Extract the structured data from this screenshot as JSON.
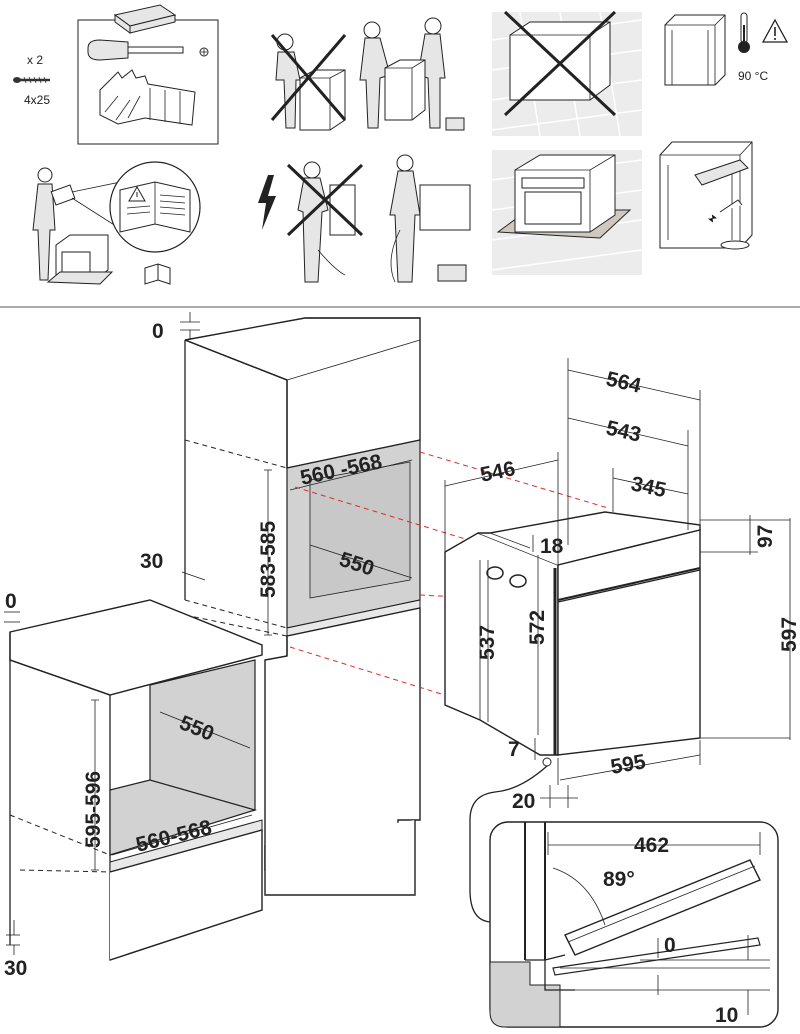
{
  "safety": {
    "screw_quantity": "x 2",
    "screw_size": "4x25",
    "temperature": "90 °C"
  },
  "dimensions": {
    "top_column": {
      "top_gap": "0",
      "niche_width": "560 -568",
      "niche_height": "583-585",
      "niche_depth": "550",
      "side_offset": "30"
    },
    "under_counter": {
      "top_gap": "0",
      "niche_height": "595-596",
      "niche_depth": "550",
      "niche_width": "560-568",
      "bottom_offset": "30"
    },
    "oven": {
      "depth_total": "564",
      "depth_body": "543",
      "depth_side": "546",
      "depth_rear": "345",
      "top_step": "18",
      "control_panel_height": "97",
      "body_height": "537",
      "inner_height": "572",
      "front_height": "597",
      "front_width": "595",
      "front_gap": "7",
      "front_overhang": "20"
    },
    "door_detail": {
      "door_length": "462",
      "opening_angle": "89°",
      "gap_top": "0",
      "gap_bottom": "10"
    }
  },
  "icons": [
    "screw-icon",
    "screwdriver-icon",
    "gloves-icon",
    "warning-triangle-icon",
    "thermometer-icon",
    "lightning-icon",
    "manual-book-icon"
  ]
}
